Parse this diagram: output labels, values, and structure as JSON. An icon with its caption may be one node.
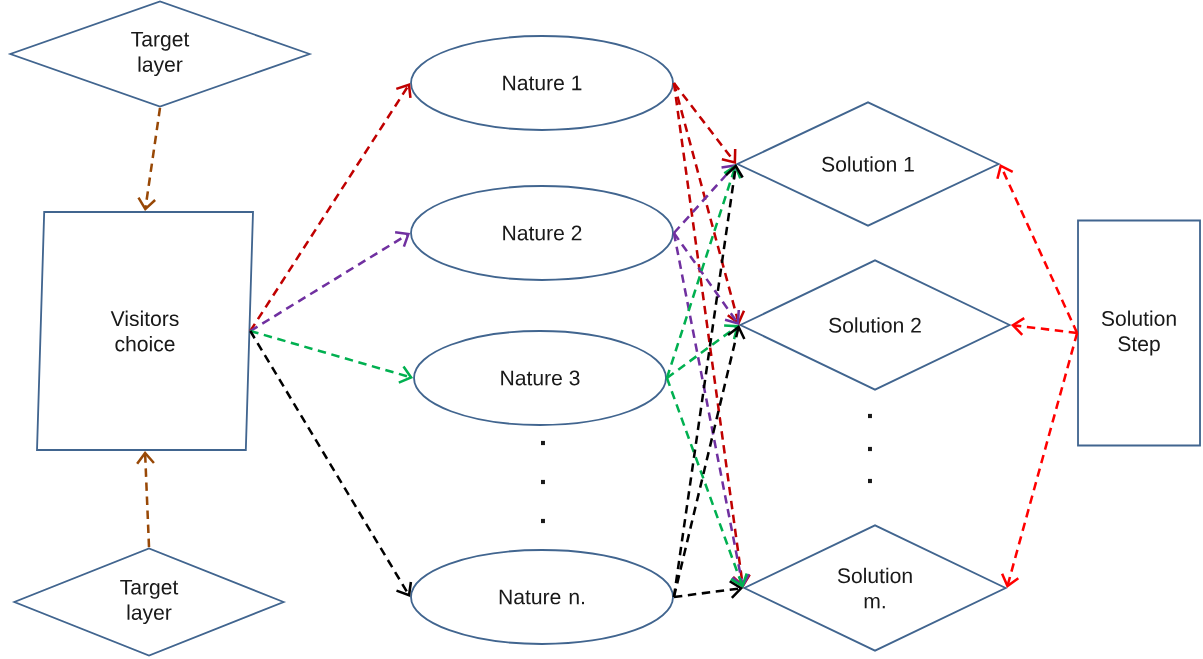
{
  "diagram": {
    "nodes": [
      {
        "text": [
          "Target layer"
        ]
      },
      {
        "text": [
          "Visitors choice"
        ]
      },
      {
        "text": [
          "Target layer"
        ]
      },
      {
        "text": [
          "Nature 1"
        ]
      },
      {
        "text": [
          "Nature 2"
        ]
      },
      {
        "text": [
          "Nature 3"
        ]
      },
      {
        "text": [
          "Nature n."
        ]
      },
      {
        "text": [
          "Solution 1"
        ]
      },
      {
        "text": [
          "Solution 2"
        ]
      },
      {
        "text": [
          "Solution m."
        ]
      },
      {
        "text": [
          "Solution Step"
        ]
      }
    ],
    "edges": [
      {
        "from": 0,
        "to": 1,
        "arrow": "to",
        "style": "dashed",
        "color": "#984806"
      },
      {
        "from": 2,
        "to": 1,
        "arrow": "to",
        "style": "dashed",
        "color": "#984806"
      },
      {
        "from": 1,
        "to": 3,
        "arrow": "to",
        "style": "dashed",
        "color": "#c00000"
      },
      {
        "from": 1,
        "to": 4,
        "arrow": "to",
        "style": "dashed",
        "color": "#7030a0"
      },
      {
        "from": 1,
        "to": 5,
        "arrow": "to",
        "style": "dashed",
        "color": "#00b050"
      },
      {
        "from": 1,
        "to": 6,
        "arrow": "to",
        "style": "dashed",
        "color": "#000000"
      },
      {
        "from": 3,
        "to": 7,
        "arrow": "to",
        "style": "dashed",
        "color": "#c00000"
      },
      {
        "from": 3,
        "to": 8,
        "arrow": "to",
        "style": "dashed",
        "color": "#c00000"
      },
      {
        "from": 3,
        "to": 9,
        "arrow": "to",
        "style": "dashed",
        "color": "#c00000"
      },
      {
        "from": 4,
        "to": 7,
        "arrow": "to",
        "style": "dashed",
        "color": "#7030a0"
      },
      {
        "from": 4,
        "to": 8,
        "arrow": "to",
        "style": "dashed",
        "color": "#7030a0"
      },
      {
        "from": 4,
        "to": 9,
        "arrow": "to",
        "style": "dashed",
        "color": "#7030a0"
      },
      {
        "from": 5,
        "to": 7,
        "arrow": "to",
        "style": "dashed",
        "color": "#00b050"
      },
      {
        "from": 5,
        "to": 8,
        "arrow": "to",
        "style": "dashed",
        "color": "#00b050"
      },
      {
        "from": 5,
        "to": 9,
        "arrow": "to",
        "style": "dashed",
        "color": "#00b050"
      },
      {
        "from": 6,
        "to": 7,
        "arrow": "to",
        "style": "dashed",
        "color": "#000000"
      },
      {
        "from": 6,
        "to": 8,
        "arrow": "to",
        "style": "dashed",
        "color": "#000000"
      },
      {
        "from": 6,
        "to": 9,
        "arrow": "to",
        "style": "dashed",
        "color": "#000000"
      },
      {
        "from": 10,
        "to": 7,
        "arrow": "to",
        "style": "dashed",
        "color": "#ff0000"
      },
      {
        "from": 10,
        "to": 8,
        "arrow": "to",
        "style": "dashed",
        "color": "#ff0000"
      },
      {
        "from": 10,
        "to": 9,
        "arrow": "to",
        "style": "dashed",
        "color": "#ff0000"
      }
    ],
    "labels": [
      ".",
      ".",
      ".",
      ".",
      ".",
      "."
    ]
  }
}
